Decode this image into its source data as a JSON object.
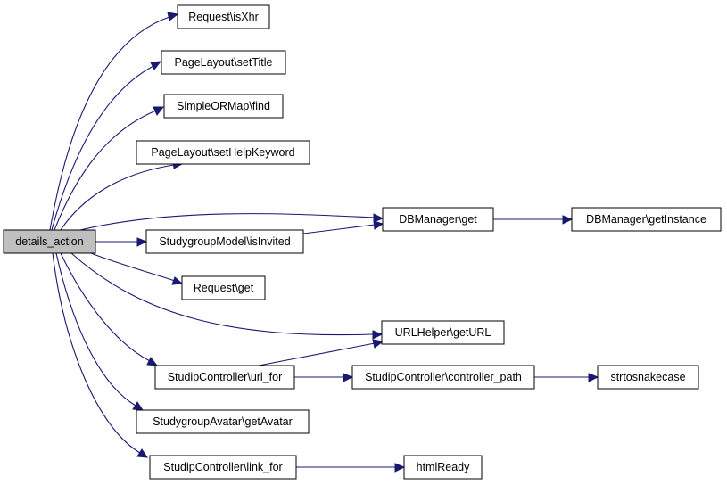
{
  "graph": {
    "root": "details_action",
    "edge_color": "#191970",
    "root_fill": "#bfbfbf",
    "nodes": {
      "details_action": "details_action",
      "isXhr": "Request\\isXhr",
      "setTitle": "PageLayout\\setTitle",
      "find": "SimpleORMap\\find",
      "setHelpKeyword": "PageLayout\\setHelpKeyword",
      "dbGet": "DBManager\\get",
      "getInstance": "DBManager\\getInstance",
      "isInvited": "StudygroupModel\\isInvited",
      "requestGet": "Request\\get",
      "getURL": "URLHelper\\getURL",
      "urlFor": "StudipController\\url_for",
      "controllerPath": "StudipController\\controller_path",
      "snake": "strtosnakecase",
      "getAvatar": "StudygroupAvatar\\getAvatar",
      "linkFor": "StudipController\\link_for",
      "htmlReady": "htmlReady"
    },
    "edges": [
      [
        "details_action",
        "isXhr"
      ],
      [
        "details_action",
        "setTitle"
      ],
      [
        "details_action",
        "find"
      ],
      [
        "details_action",
        "setHelpKeyword"
      ],
      [
        "details_action",
        "dbGet"
      ],
      [
        "details_action",
        "isInvited"
      ],
      [
        "details_action",
        "requestGet"
      ],
      [
        "details_action",
        "getURL"
      ],
      [
        "details_action",
        "urlFor"
      ],
      [
        "details_action",
        "getAvatar"
      ],
      [
        "details_action",
        "linkFor"
      ],
      [
        "dbGet",
        "getInstance"
      ],
      [
        "isInvited",
        "dbGet"
      ],
      [
        "urlFor",
        "getURL"
      ],
      [
        "urlFor",
        "controllerPath"
      ],
      [
        "controllerPath",
        "snake"
      ],
      [
        "linkFor",
        "htmlReady"
      ]
    ]
  }
}
